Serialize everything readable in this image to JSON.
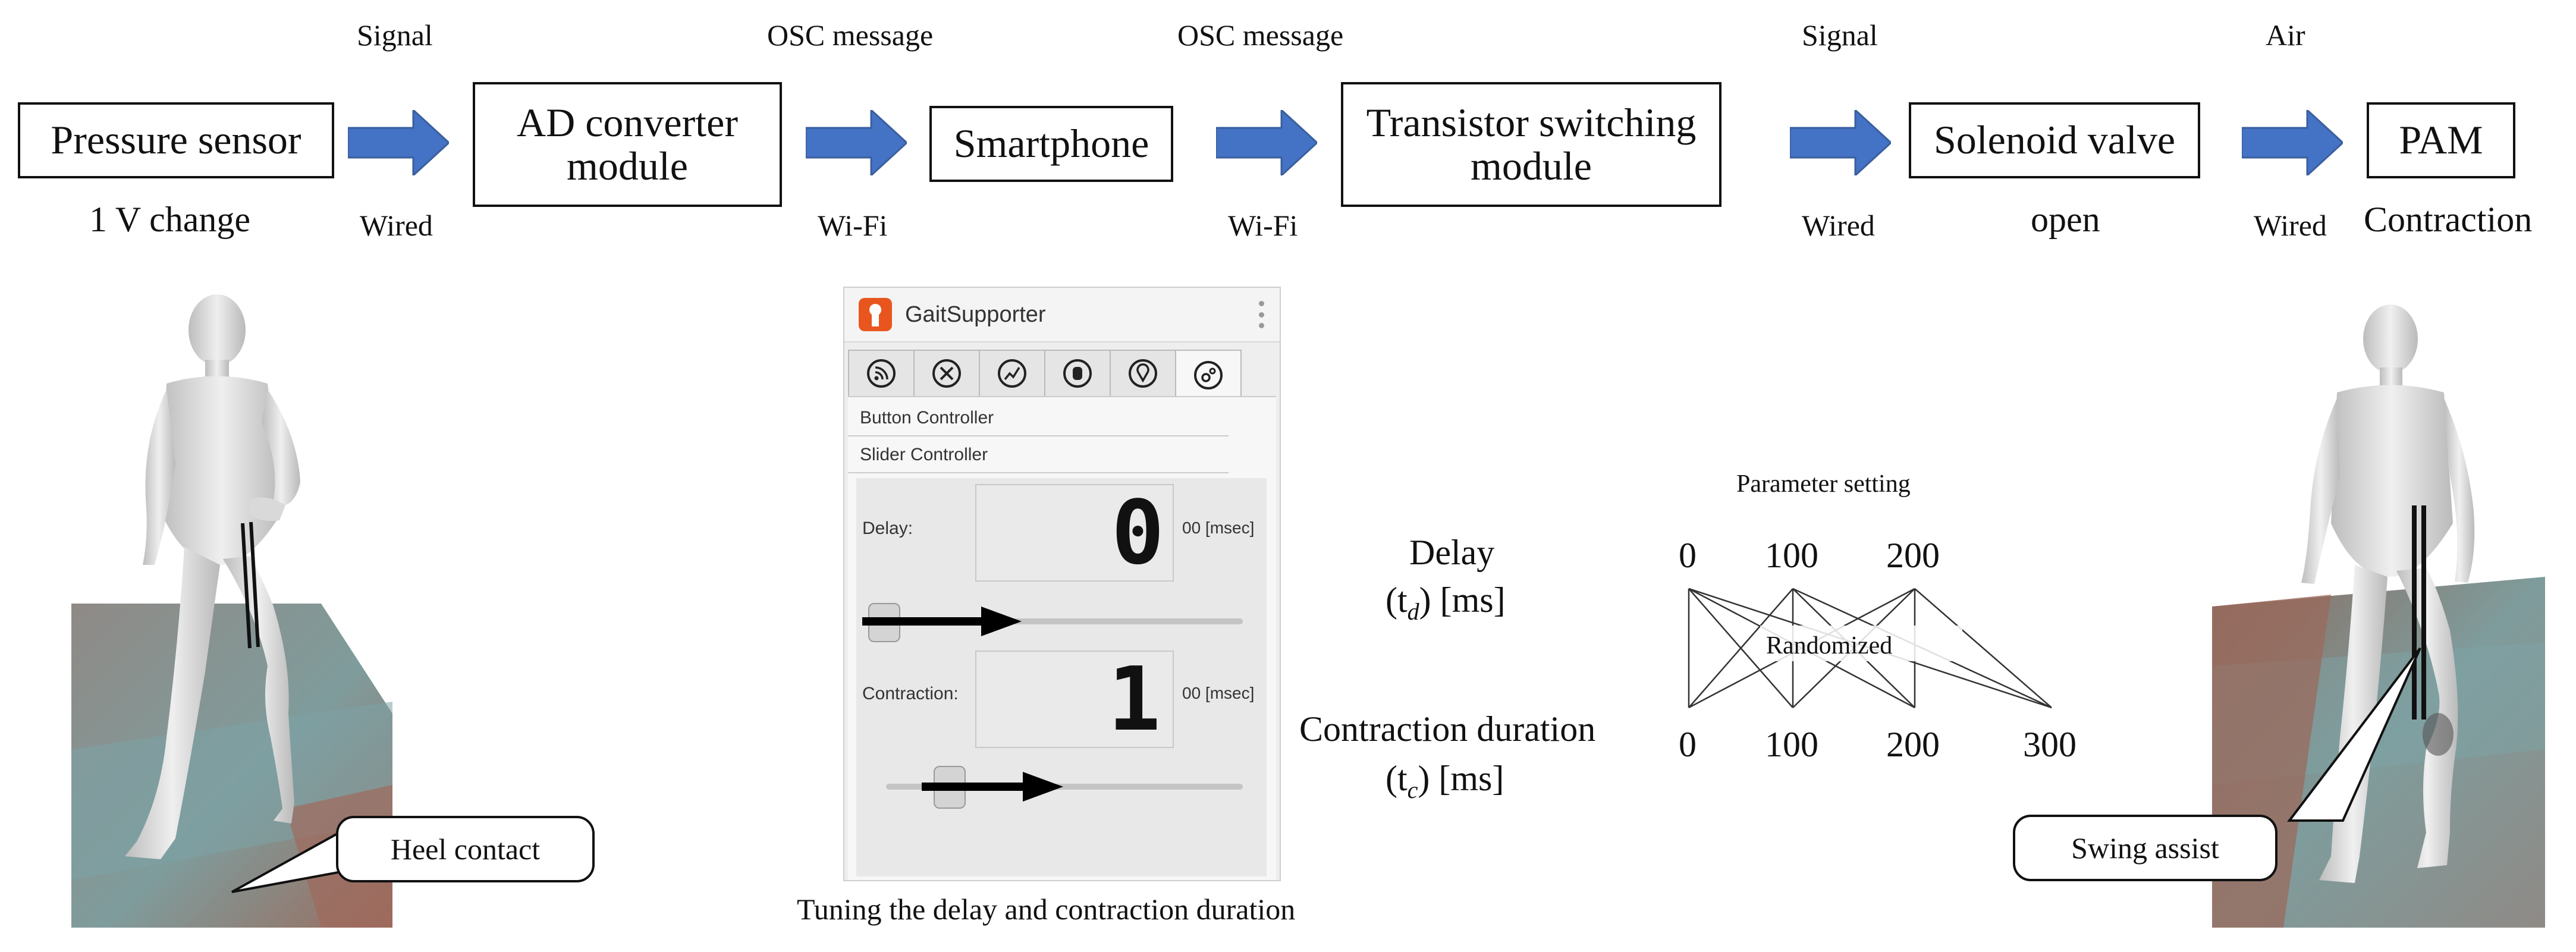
{
  "pipeline": {
    "boxes": [
      "Pressure sensor",
      "AD converter\nmodule",
      "Smartphone",
      "Transistor switching\nmodule",
      "Solenoid valve",
      "PAM"
    ],
    "top_labels": [
      "Signal",
      "OSC message",
      "OSC message",
      "Signal",
      "Air"
    ],
    "bottom_labels": [
      "Wired",
      "Wi-Fi",
      "Wi-Fi",
      "Wired",
      "Wired"
    ],
    "sensor_note": "1 V change",
    "valve_note": "open",
    "pam_note": "Contraction",
    "arrow_color": "#4472C4"
  },
  "app": {
    "title": "GaitSupporter",
    "tabs": [
      "rss-icon",
      "tools-icon",
      "chart-icon",
      "database-icon",
      "location-icon",
      "settings-icon"
    ],
    "sections": [
      "Button Controller",
      "Slider Controller"
    ],
    "delay_label": "Delay:",
    "delay_digit": "0",
    "delay_unit": "00 [msec]",
    "contraction_label": "Contraction:",
    "contraction_digit": "1",
    "contraction_unit": "00 [msec]",
    "caption": "Tuning the delay and contraction duration"
  },
  "params": {
    "title": "Parameter setting",
    "delay_label": "Delay",
    "delay_symbol": "(t",
    "delay_sub": "d",
    "delay_unit": ") [ms]",
    "contraction_label": "Contraction duration",
    "contraction_symbol": "(t",
    "contraction_sub": "c",
    "contraction_unit": ") [ms]",
    "delay_values": [
      "0",
      "100",
      "200"
    ],
    "contraction_values": [
      "0",
      "100",
      "200",
      "300"
    ],
    "randomized": "Randomized"
  },
  "callouts": {
    "left": "Heel contact",
    "right": "Swing assist"
  }
}
